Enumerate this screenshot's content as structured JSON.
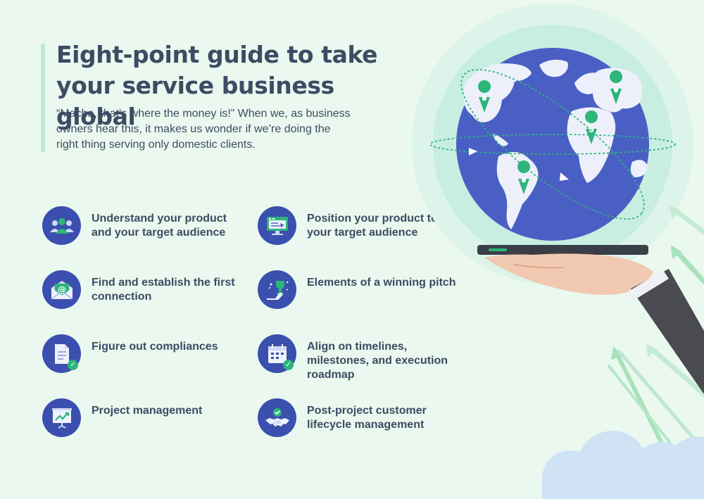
{
  "header": {
    "title": "Eight-point guide to take your service business global",
    "intro": "“Macha, that’s where the money is!” When we, as business owners hear this, it makes us wonder if we’re doing the right thing serving only domestic clients."
  },
  "steps": [
    {
      "label": "Understand your product and your target audience",
      "icon": "people-icon"
    },
    {
      "label": "Position your product to your target audience",
      "icon": "monitor-icon"
    },
    {
      "label": "Find and establish the first connection",
      "icon": "email-icon"
    },
    {
      "label": "Elements of a winning pitch",
      "icon": "trophy-icon"
    },
    {
      "label": "Figure out compliances",
      "icon": "document-check-icon"
    },
    {
      "label": "Align on timelines, milestones, and execution roadmap",
      "icon": "calendar-check-icon"
    },
    {
      "label": "Project management",
      "icon": "presentation-chart-icon"
    },
    {
      "label": "Post-project customer lifecycle management",
      "icon": "handshake-icon"
    }
  ],
  "colors": {
    "background": "#eaf8ef",
    "text": "#3d4b63",
    "icon_circle": "#3b4fae",
    "accent_green": "#2db57a",
    "globe_ocean": "#4a5fc4",
    "globe_land": "#edf0fa"
  }
}
